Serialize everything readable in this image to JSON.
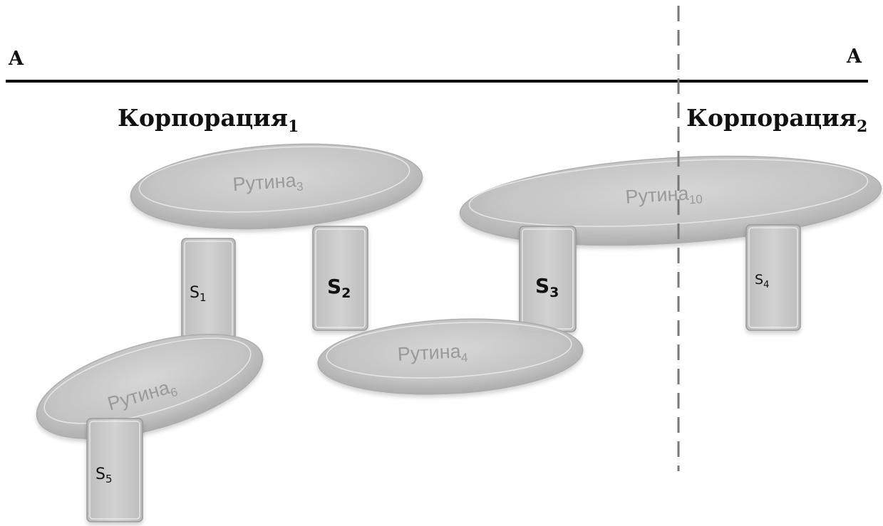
{
  "axis": {
    "left_label": "A",
    "right_label": "A"
  },
  "corporations": [
    {
      "name": "Корпорация",
      "index": "1"
    },
    {
      "name": "Корпорация",
      "index": "2"
    }
  ],
  "routines": [
    {
      "name": "Рутина",
      "index": "3"
    },
    {
      "name": "Рутина",
      "index": "10"
    },
    {
      "name": "Рутина",
      "index": "4"
    },
    {
      "name": "Рутина",
      "index": "6"
    }
  ],
  "stations": [
    {
      "name": "S",
      "index": "1"
    },
    {
      "name": "S",
      "index": "2"
    },
    {
      "name": "S",
      "index": "3"
    },
    {
      "name": "S",
      "index": "4"
    },
    {
      "name": "S",
      "index": "5"
    }
  ],
  "colors": {
    "line": "#000000",
    "dashed": "#777777",
    "shape_fill": "#c8c8c8",
    "shape_stroke": "#a8a8a8",
    "routine_text": "#9a9a9a"
  }
}
